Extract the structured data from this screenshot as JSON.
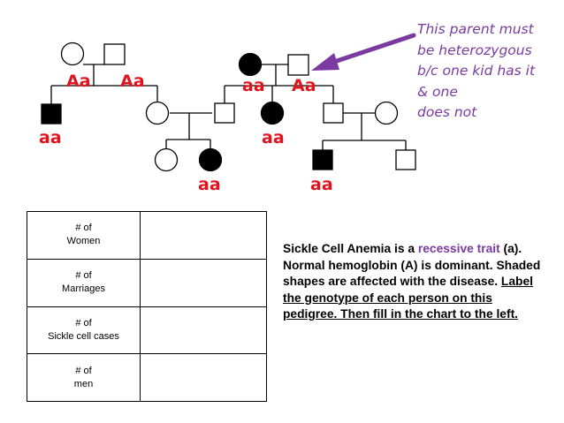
{
  "pedigree": {
    "genotypes": {
      "gen1_left_female": "Aa",
      "gen1_left_male": "Aa",
      "gen1_right_female": "aa",
      "gen1_right_male": "Aa",
      "gen2_son": "aa",
      "gen2_daughter": "aa",
      "gen3_left_daughter": "aa",
      "gen3_right_son": "aa"
    }
  },
  "annotation": {
    "lines": [
      "This parent must",
      "be heterozygous",
      "b/c one kid has it",
      "& one",
      "does not"
    ],
    "color": "#7a3aa0"
  },
  "chart": {
    "rows": [
      {
        "line1": "# of",
        "line2": "Women",
        "value": ""
      },
      {
        "line1": "# of",
        "line2": "Marriages",
        "value": ""
      },
      {
        "line1": "# of",
        "line2": "Sickle cell cases",
        "value": ""
      },
      {
        "line1": "# of",
        "line2": "men",
        "value": ""
      }
    ]
  },
  "description": {
    "part1": "Sickle Cell Anemia is a ",
    "recessive": "recessive trait",
    "part2": " (a).  Normal hemoglobin (A) is dominant.  Shaded shapes are affected with the disease.  ",
    "underlined": "Label the genotype of each person on this pedigree.  Then fill in the chart to the left."
  },
  "colors": {
    "genotype_red": "#e0141e",
    "accent_purple": "#7a3aa0"
  }
}
